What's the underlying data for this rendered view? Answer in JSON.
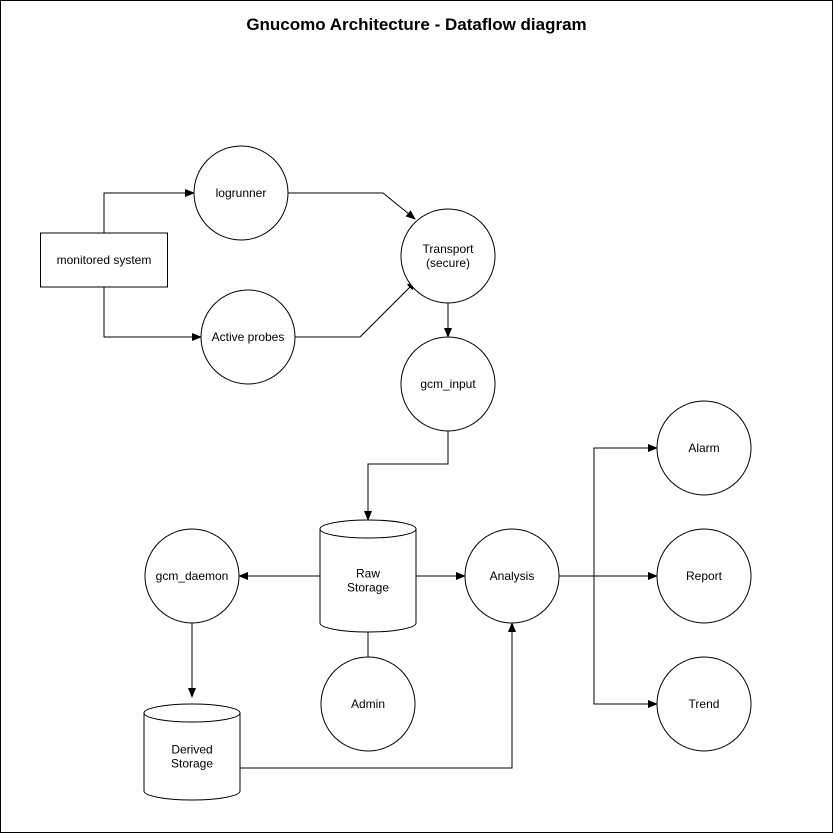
{
  "title": "Gnucomo Architecture - Dataflow diagram",
  "colors": {
    "stroke": "#000000",
    "background": "#ffffff"
  },
  "nodes": {
    "monitored_system": {
      "shape": "rectangle",
      "lines": [
        "monitored system"
      ]
    },
    "logrunner": {
      "shape": "circle",
      "lines": [
        "logrunner"
      ]
    },
    "active_probes": {
      "shape": "circle",
      "lines": [
        "Active probes"
      ]
    },
    "transport": {
      "shape": "circle",
      "lines": [
        "Transport",
        "(secure)"
      ]
    },
    "gcm_input": {
      "shape": "circle",
      "lines": [
        "gcm_input"
      ]
    },
    "raw_storage": {
      "shape": "cylinder",
      "lines": [
        "Raw",
        "Storage"
      ]
    },
    "gcm_daemon": {
      "shape": "circle",
      "lines": [
        "gcm_daemon"
      ]
    },
    "derived_storage": {
      "shape": "cylinder",
      "lines": [
        "Derived",
        "Storage"
      ]
    },
    "admin": {
      "shape": "circle",
      "lines": [
        "Admin"
      ]
    },
    "analysis": {
      "shape": "circle",
      "lines": [
        "Analysis"
      ]
    },
    "alarm": {
      "shape": "circle",
      "lines": [
        "Alarm"
      ]
    },
    "report": {
      "shape": "circle",
      "lines": [
        "Report"
      ]
    },
    "trend": {
      "shape": "circle",
      "lines": [
        "Trend"
      ]
    }
  },
  "edges": [
    {
      "from": "monitored_system",
      "to": "logrunner"
    },
    {
      "from": "monitored_system",
      "to": "active_probes"
    },
    {
      "from": "logrunner",
      "to": "transport"
    },
    {
      "from": "active_probes",
      "to": "transport"
    },
    {
      "from": "transport",
      "to": "gcm_input"
    },
    {
      "from": "gcm_input",
      "to": "raw_storage"
    },
    {
      "from": "raw_storage",
      "to": "gcm_daemon"
    },
    {
      "from": "raw_storage",
      "to": "analysis"
    },
    {
      "from": "admin",
      "to": "raw_storage"
    },
    {
      "from": "gcm_daemon",
      "to": "derived_storage"
    },
    {
      "from": "derived_storage",
      "to": "analysis"
    },
    {
      "from": "analysis",
      "to": "alarm"
    },
    {
      "from": "analysis",
      "to": "report"
    },
    {
      "from": "analysis",
      "to": "trend"
    }
  ]
}
